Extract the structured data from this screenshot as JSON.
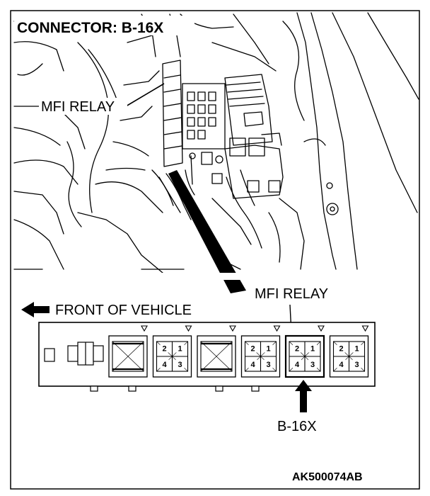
{
  "labels": {
    "connector": "CONNECTOR: B-16X",
    "mfi_relay_top": "MFI RELAY",
    "mfi_relay_bottom": "MFI RELAY",
    "front_of_vehicle": "FRONT OF VEHICLE",
    "b16x": "B-16X",
    "code": "AK500074AB"
  },
  "relay_blocks": [
    {
      "pins": []
    },
    {
      "pins": [
        "2",
        "1",
        "4",
        "3"
      ]
    },
    {
      "pins": []
    },
    {
      "pins": [
        "2",
        "1",
        "4",
        "3"
      ]
    },
    {
      "pins": [
        "2",
        "1",
        "4",
        "3"
      ],
      "highlighted": true
    },
    {
      "pins": [
        "2",
        "1",
        "4",
        "3"
      ]
    }
  ]
}
